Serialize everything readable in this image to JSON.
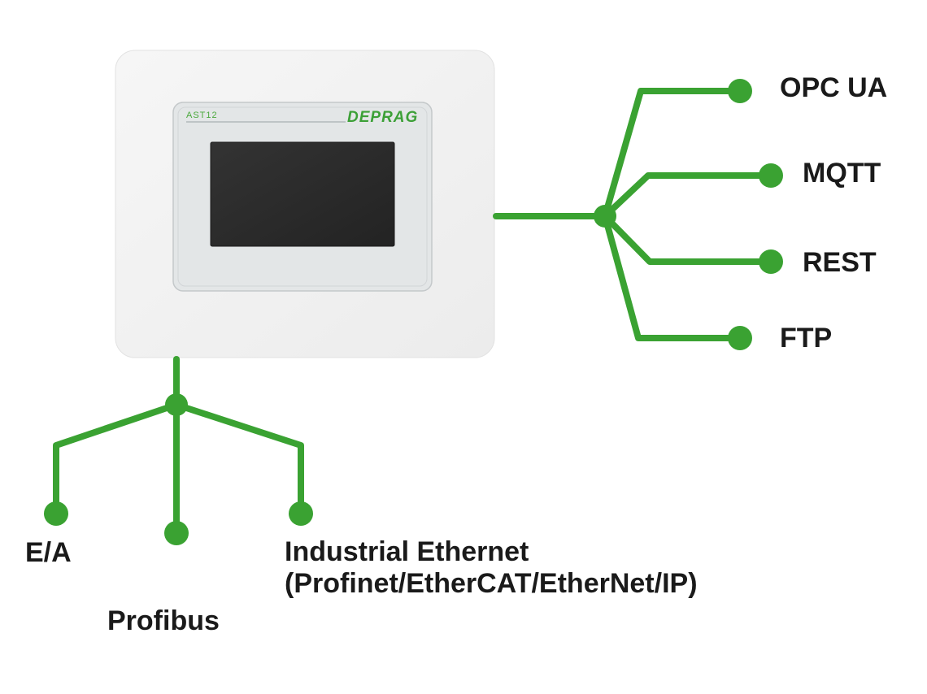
{
  "colors": {
    "line": "#3aa232",
    "device_body": "#f3f3f3",
    "bezel": "#e4e6e7",
    "screen": "#2b2b2b",
    "brand": "#3ca037",
    "text": "#1a1a1a"
  },
  "device": {
    "model": "AST12",
    "brand": "DEPRAG"
  },
  "protocols_right": [
    {
      "label": "OPC UA"
    },
    {
      "label": "MQTT"
    },
    {
      "label": "REST"
    },
    {
      "label": "FTP"
    }
  ],
  "interfaces_bottom": [
    {
      "label": "E/A"
    },
    {
      "label": "Profibus"
    },
    {
      "label_line1": "Industrial Ethernet",
      "label_line2": "(Profinet/EtherCAT/EtherNet/IP)"
    }
  ]
}
